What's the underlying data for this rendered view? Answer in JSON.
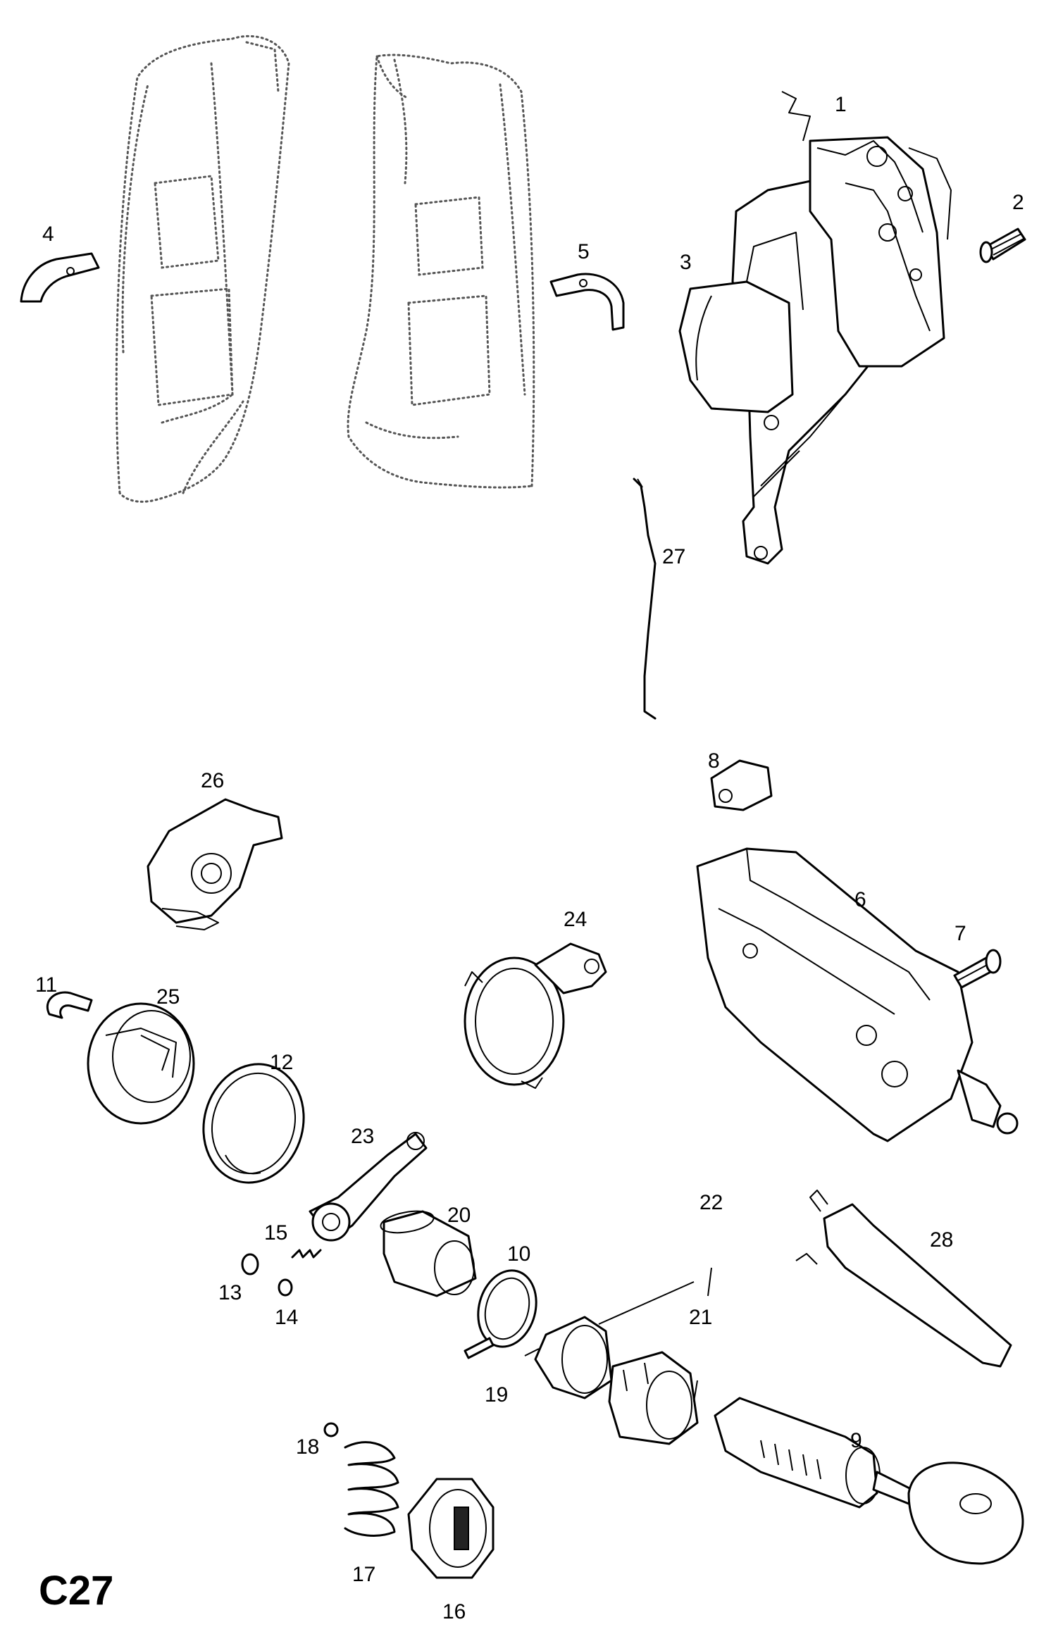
{
  "diagram_code": "C27",
  "callouts": [
    {
      "id": "c1",
      "text": "1"
    },
    {
      "id": "c2",
      "text": "2"
    },
    {
      "id": "c3",
      "text": "3"
    },
    {
      "id": "c4",
      "text": "4"
    },
    {
      "id": "c5",
      "text": "5"
    },
    {
      "id": "c6",
      "text": "6"
    },
    {
      "id": "c7",
      "text": "7"
    },
    {
      "id": "c8",
      "text": "8"
    },
    {
      "id": "c9",
      "text": "9"
    },
    {
      "id": "c10",
      "text": "10"
    },
    {
      "id": "c11",
      "text": "11"
    },
    {
      "id": "c12",
      "text": "12"
    },
    {
      "id": "c13",
      "text": "13"
    },
    {
      "id": "c14",
      "text": "14"
    },
    {
      "id": "c15",
      "text": "15"
    },
    {
      "id": "c16",
      "text": "16"
    },
    {
      "id": "c17",
      "text": "17"
    },
    {
      "id": "c18",
      "text": "18"
    },
    {
      "id": "c19",
      "text": "19"
    },
    {
      "id": "c20",
      "text": "20"
    },
    {
      "id": "c21",
      "text": "21"
    },
    {
      "id": "c22",
      "text": "22"
    },
    {
      "id": "c23",
      "text": "23"
    },
    {
      "id": "c24",
      "text": "24"
    },
    {
      "id": "c25",
      "text": "25"
    },
    {
      "id": "c26",
      "text": "26"
    },
    {
      "id": "c27",
      "text": "27"
    },
    {
      "id": "c28",
      "text": "28"
    }
  ]
}
